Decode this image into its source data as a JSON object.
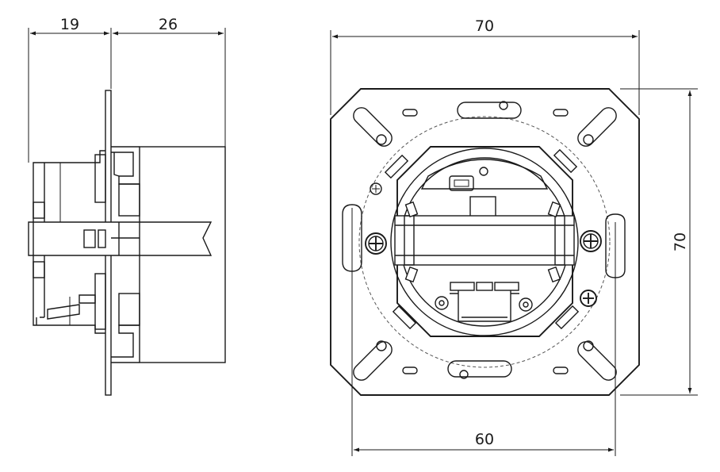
{
  "dimensions": {
    "side_depth_front": "19",
    "side_depth_back": "26",
    "front_width": "70",
    "front_height": "70",
    "mounting_distance": "60"
  }
}
